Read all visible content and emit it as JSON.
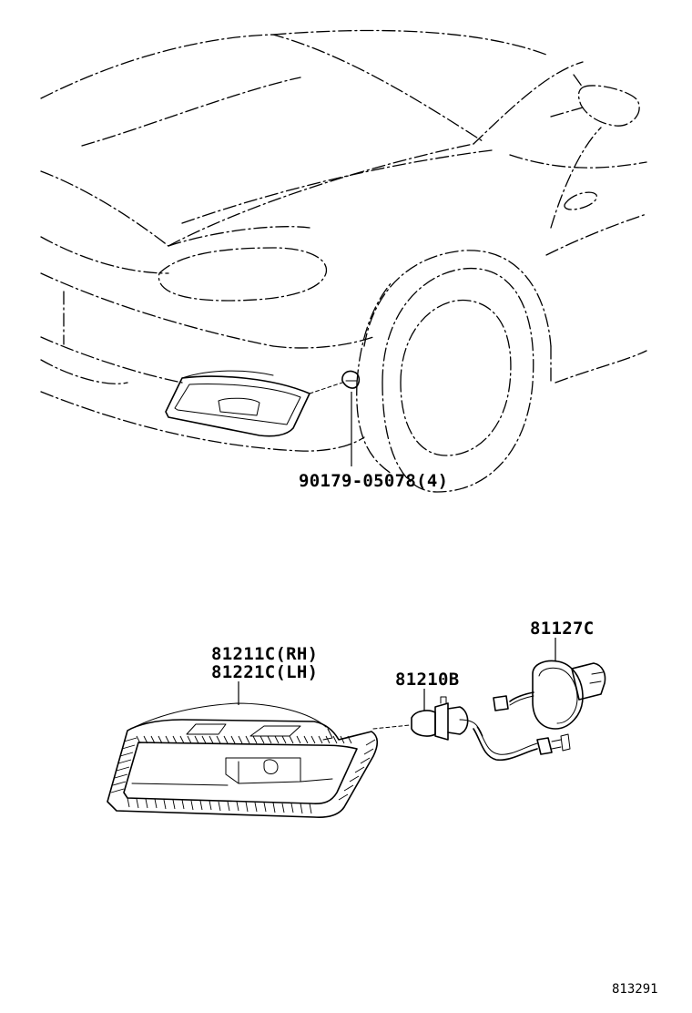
{
  "labels": {
    "clip": "90179-05078(4)",
    "lamp_rh": "81211C(RH)",
    "lamp_lh": "81221C(LH)",
    "bulb": "81210B",
    "socket": "81127C",
    "diagram_ref": "813291"
  },
  "colors": {
    "line": "#000000",
    "background": "#ffffff"
  }
}
